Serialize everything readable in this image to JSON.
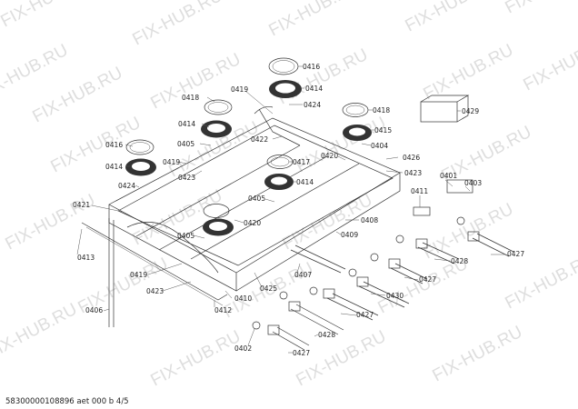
{
  "watermark": "FIX-HUB.RU",
  "footer": "58300000108896 aet 000 b 4/5",
  "part_labels": [
    "0416",
    "0414",
    "0424",
    "0418",
    "0419",
    "0414",
    "0422",
    "0418",
    "0415",
    "0405",
    "0404",
    "0426",
    "0416",
    "0419",
    "0420",
    "0417",
    "0423",
    "0423",
    "0414",
    "0424",
    "0401",
    "0403",
    "0405",
    "0414",
    "0411",
    "0421",
    "0408",
    "0420",
    "0409",
    "0405",
    "0427",
    "0428",
    "0413",
    "0407",
    "0427",
    "0419",
    "0423",
    "0425",
    "0430",
    "0410",
    "0412",
    "0427",
    "0406",
    "0428",
    "0402",
    "0427",
    "0429"
  ],
  "colors": {
    "line": "#333333",
    "watermark": "#d6d6d6"
  }
}
